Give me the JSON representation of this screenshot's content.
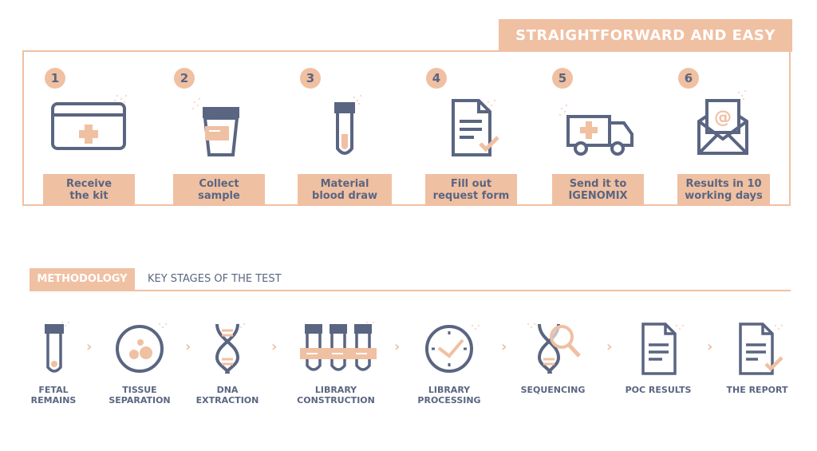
{
  "header": {
    "title": "STRAIGHTFORWARD AND EASY"
  },
  "steps": [
    {
      "number": "1",
      "line1": "Receive",
      "line2": "the kit",
      "icon": "kit-icon"
    },
    {
      "number": "2",
      "line1": "Collect",
      "line2": "sample",
      "icon": "sample-cup-icon"
    },
    {
      "number": "3",
      "line1": "Material",
      "line2": "blood draw",
      "icon": "test-tube-icon"
    },
    {
      "number": "4",
      "line1": "Fill out",
      "line2": "request form",
      "icon": "form-icon"
    },
    {
      "number": "5",
      "line1": "Send it to",
      "line2": "IGENOMIX",
      "icon": "truck-icon"
    },
    {
      "number": "6",
      "line1": "Results in 10",
      "line2": "working days",
      "icon": "email-icon"
    }
  ],
  "methodology": {
    "tab": "METHODOLOGY",
    "subtitle": "KEY STAGES OF THE TEST",
    "stages": [
      {
        "line1": "FETAL",
        "line2": "REMAINS",
        "icon": "test-tube-icon"
      },
      {
        "line1": "TISSUE",
        "line2": "SEPARATION",
        "icon": "petri-dish-icon"
      },
      {
        "line1": "DNA",
        "line2": "EXTRACTION",
        "icon": "dna-icon"
      },
      {
        "line1": "LIBRARY",
        "line2": "CONSTRUCTION",
        "icon": "tube-rack-icon"
      },
      {
        "line1": "LIBRARY",
        "line2": "PROCESSING",
        "icon": "clock-icon"
      },
      {
        "line1": "SEQUENCING",
        "line2": "",
        "icon": "dna-magnifier-icon"
      },
      {
        "line1": "POC RESULTS",
        "line2": "",
        "icon": "document-icon"
      },
      {
        "line1": "THE REPORT",
        "line2": "",
        "icon": "report-check-icon"
      }
    ],
    "chevron": "›"
  },
  "colors": {
    "accent": "#f0c0a2",
    "ink": "#5a6581"
  }
}
